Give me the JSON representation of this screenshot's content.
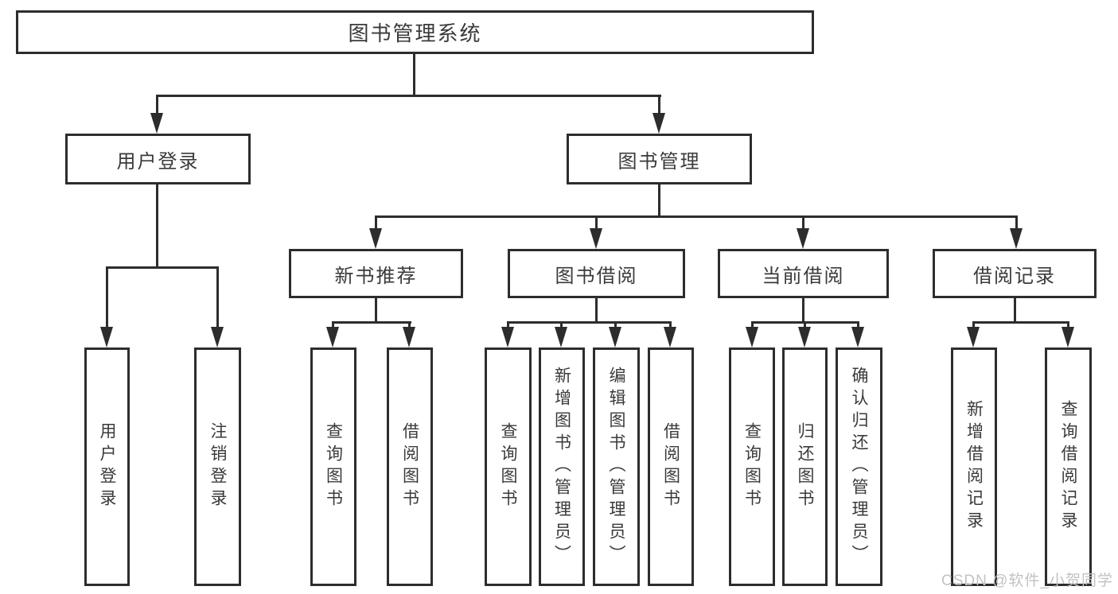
{
  "diagram": {
    "root": {
      "label": "图书管理系统"
    },
    "branches": [
      {
        "label": "用户登录",
        "leaves": [
          "用户登录",
          "注销登录"
        ]
      },
      {
        "label": "图书管理",
        "children": [
          {
            "label": "新书推荐",
            "leaves": [
              "查询图书",
              "借阅图书"
            ]
          },
          {
            "label": "图书借阅",
            "leaves": [
              "查询图书",
              "新增图书（管理员）",
              "编辑图书（管理员）",
              "借阅图书"
            ]
          },
          {
            "label": "当前借阅",
            "leaves": [
              "查询图书",
              "归还图书",
              "确认归还（管理员）"
            ]
          },
          {
            "label": "借阅记录",
            "leaves": [
              "新增借阅记录",
              "查询借阅记录"
            ]
          }
        ]
      }
    ]
  },
  "watermark": {
    "text": "CSDN @软件_小贺同学"
  },
  "colors": {
    "line": "#2d2d2d",
    "text": "#3a3a3a",
    "background": "#ffffff",
    "watermark": "#c2c2c2"
  }
}
